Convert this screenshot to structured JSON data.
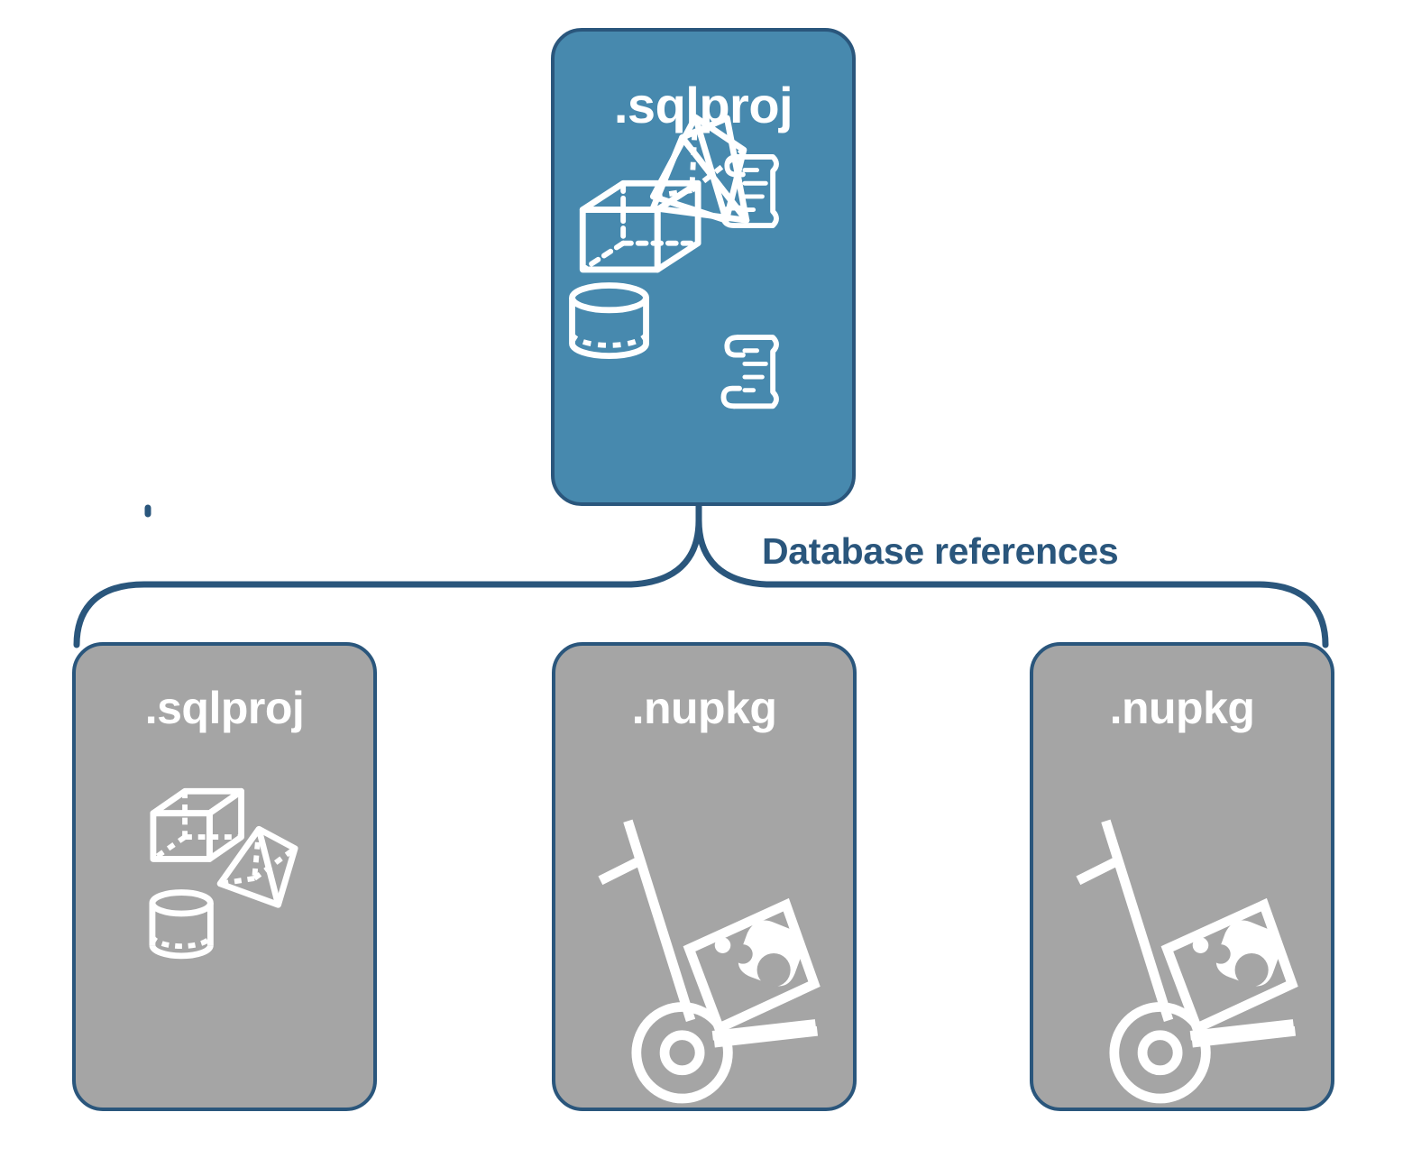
{
  "diagram": {
    "title_text": "Database references",
    "colors": {
      "primary_fill": "#4789ae",
      "secondary_fill": "#a5a5a5",
      "stroke": "#2a567c",
      "icon": "#ffffff",
      "background": "#ffffff"
    }
  },
  "root_node": {
    "label": ".sqlproj",
    "kind": "primary",
    "icons": [
      "cube-icon",
      "scroll-icon",
      "pyramid-icon",
      "cylinder-icon",
      "scroll-icon"
    ]
  },
  "connector": {
    "label": "Database references",
    "style": "curly-brace"
  },
  "reference_nodes": [
    {
      "label": ".sqlproj",
      "kind": "secondary",
      "icons": [
        "cube-icon",
        "pyramid-icon",
        "cylinder-icon"
      ]
    },
    {
      "label": ".nupkg",
      "kind": "secondary",
      "icons": [
        "hand-truck-icon",
        "nuget-package-icon"
      ]
    },
    {
      "label": ".nupkg",
      "kind": "secondary",
      "icons": [
        "hand-truck-icon",
        "nuget-package-icon"
      ]
    }
  ]
}
